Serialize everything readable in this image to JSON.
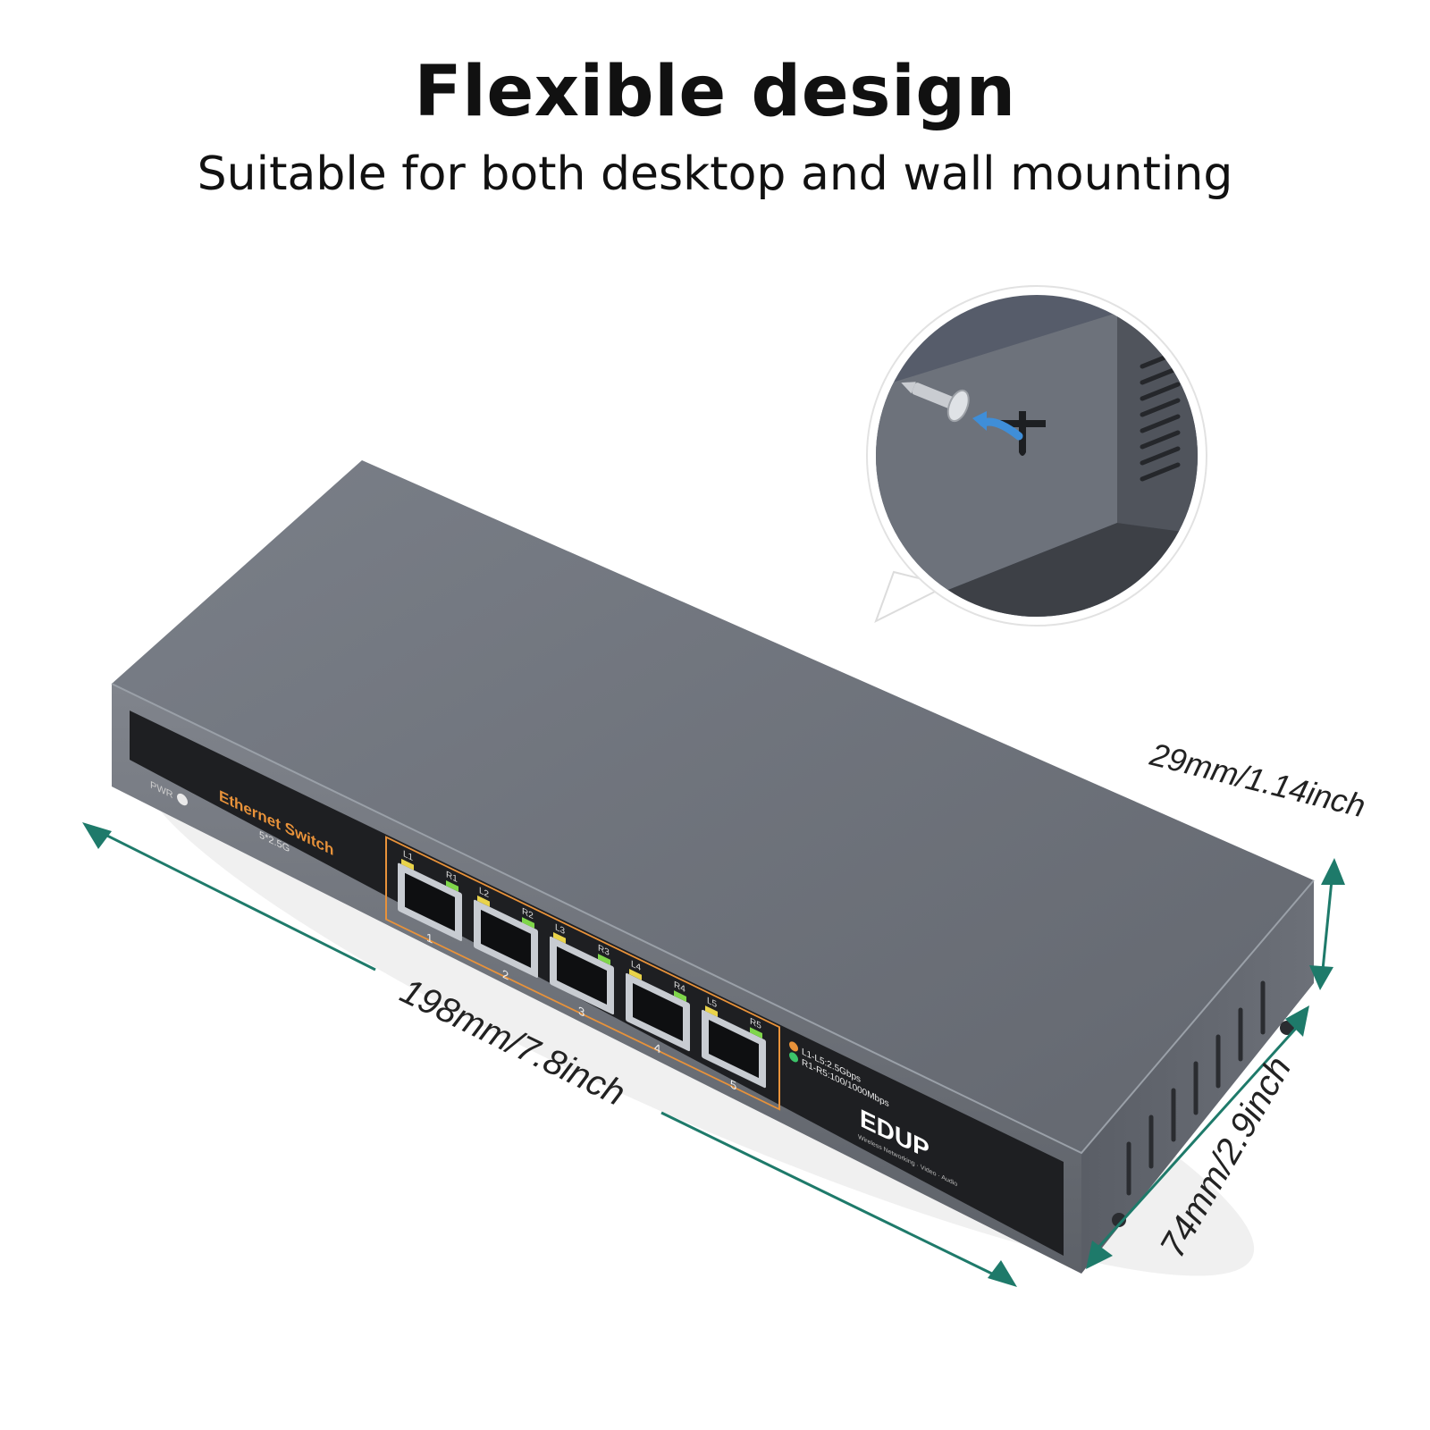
{
  "header": {
    "title": "Flexible design",
    "subtitle": "Suitable for both desktop and wall mounting"
  },
  "product": {
    "label_name": "Ethernet Switch",
    "label_spec": "5*2.5G",
    "power_label": "PWR",
    "ports": [
      {
        "number": "1",
        "left_led": "L1",
        "right_led": "R1"
      },
      {
        "number": "2",
        "left_led": "L2",
        "right_led": "R2"
      },
      {
        "number": "3",
        "left_led": "L3",
        "right_led": "R3"
      },
      {
        "number": "4",
        "left_led": "L4",
        "right_led": "R4"
      },
      {
        "number": "5",
        "left_led": "L5",
        "right_led": "R5"
      }
    ],
    "legend_line1": "L1-L5:2.5Gbps",
    "legend_line2": "R1-R5:100/1000Mbps",
    "brand": "EDUP",
    "brand_tagline": "Wireless Networking · Video · Audio"
  },
  "dimensions": {
    "length": "198mm/7.8inch",
    "width": "74mm/2.9inch",
    "height": "29mm/1.14inch"
  },
  "colors": {
    "accent": "#1e7a6a",
    "body": "#6e737c",
    "panel": "#1e1f22",
    "label_orange": "#e8923a",
    "led_green": "#7fd64a",
    "led_yellow": "#e9d34a"
  },
  "icons": {
    "zoom_callout": "wall-mount-screw-icon"
  }
}
